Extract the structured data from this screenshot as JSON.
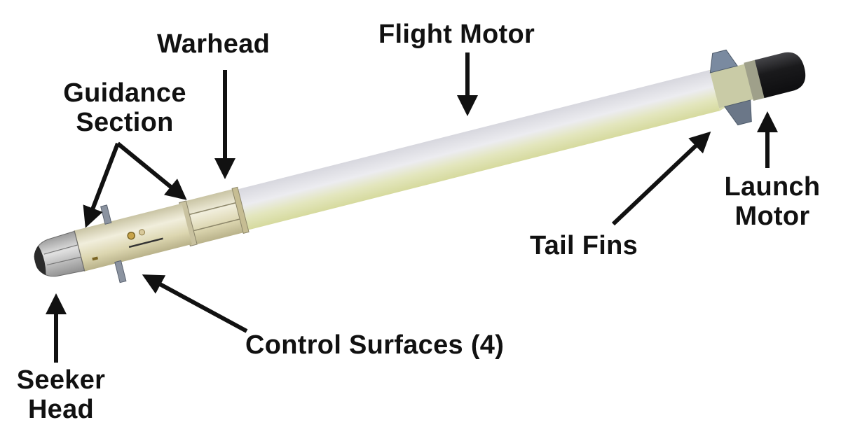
{
  "diagram": {
    "subject": "Missile components",
    "colors": {
      "background": "#ffffff",
      "text": "#111111",
      "arrow": "#111111",
      "body_light": "#e6e6ea",
      "body_yellow": "#dfe3b0",
      "metal": "#d9d4b8",
      "nose": "#2a2a2a",
      "launch_motor": "#1e1e20",
      "fin": "#7a8aa0"
    },
    "labels": [
      {
        "id": "warhead",
        "text": "Warhead"
      },
      {
        "id": "flight-motor",
        "text": "Flight Motor"
      },
      {
        "id": "guidance-section",
        "line1": "Guidance",
        "line2": "Section"
      },
      {
        "id": "launch-motor",
        "line1": "Launch",
        "line2": "Motor"
      },
      {
        "id": "tail-fins",
        "text": "Tail Fins"
      },
      {
        "id": "control-surfaces",
        "text": "Control Surfaces (4)"
      },
      {
        "id": "seeker-head",
        "line1": "Seeker",
        "line2": "Head"
      }
    ]
  }
}
